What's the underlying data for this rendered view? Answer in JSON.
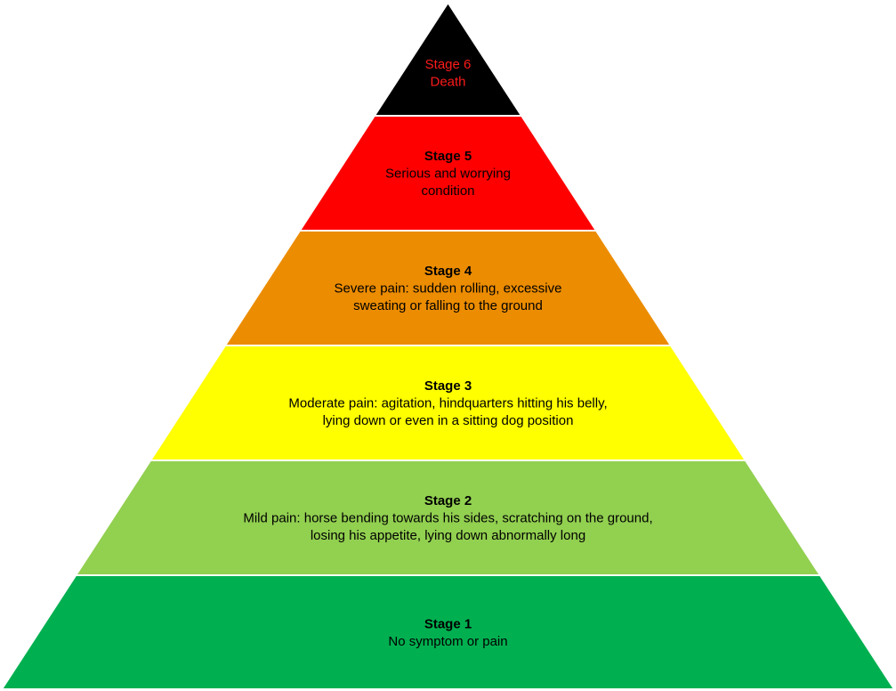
{
  "tiers": [
    {
      "title": "Stage 6",
      "lines": [
        "Death"
      ],
      "fill": "#000000",
      "text_color": "#ff1a1a",
      "title_bold": false
    },
    {
      "title": "Stage 5",
      "lines": [
        "Serious and worrying",
        "condition"
      ],
      "fill": "#ff0000",
      "text_color": "#000000",
      "title_bold": true
    },
    {
      "title": "Stage 4",
      "lines": [
        "Severe pain: sudden rolling, excessive",
        "sweating or falling to the ground"
      ],
      "fill": "#ec8c00",
      "text_color": "#000000",
      "title_bold": true
    },
    {
      "title": "Stage 3",
      "lines": [
        "Moderate pain: agitation, hindquarters hitting his belly,",
        "lying down or even in a sitting dog position"
      ],
      "fill": "#ffff00",
      "text_color": "#000000",
      "title_bold": true
    },
    {
      "title": "Stage 2",
      "lines": [
        "Mild pain: horse bending towards his sides, scratching on the ground,",
        "losing his appetite, lying down abnormally long"
      ],
      "fill": "#92d050",
      "text_color": "#000000",
      "title_bold": true
    },
    {
      "title": "Stage 1",
      "lines": [
        "No symptom or pain"
      ],
      "fill": "#00b050",
      "text_color": "#000000",
      "title_bold": true
    }
  ],
  "outline_color": "#ffffff"
}
